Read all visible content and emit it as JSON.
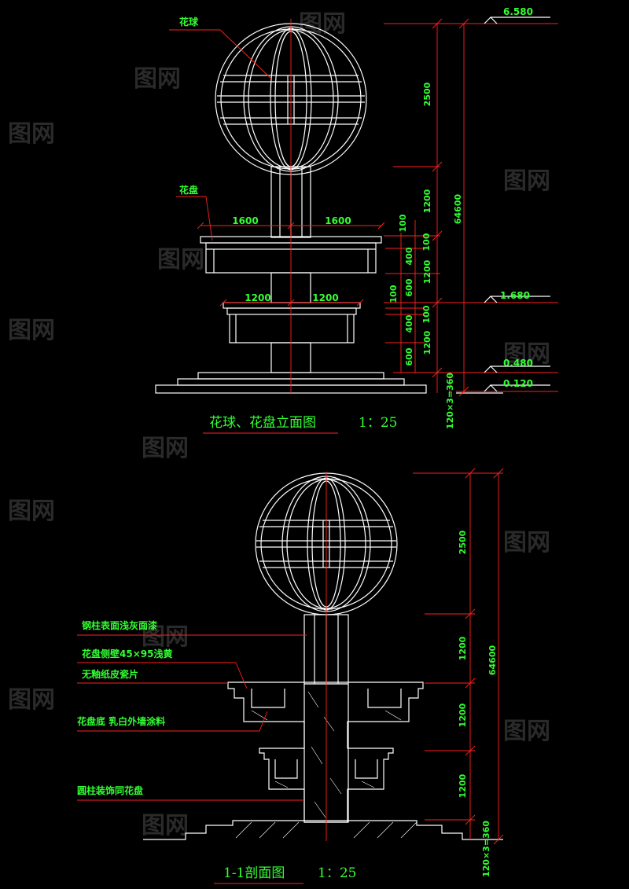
{
  "watermark": "图网",
  "elevation": {
    "title": "花球、花盘立面图",
    "scale": "1：25",
    "labels": {
      "ball": "花球",
      "tray": "花盘"
    },
    "elev_marks": [
      "6.580",
      "1.680",
      "0.480",
      "0.120"
    ],
    "dims_horizontal": [
      "1600",
      "1600",
      "1200",
      "1200"
    ],
    "dims_vertical_outer": [
      "2500",
      "1200",
      "1200",
      "1200"
    ],
    "dims_total": "64600",
    "dims_vertical_inner": [
      "100",
      "100",
      "400",
      "600",
      "100",
      "400",
      "600",
      "100"
    ],
    "base_dim": "120×3=360"
  },
  "section": {
    "title": "1-1剖面图",
    "scale": "1：25",
    "notes": [
      "钢柱表面浅灰面漆",
      "花盘侧壁45×95浅黄",
      "无釉纸皮瓷片",
      "花盘底 乳白外墙涂料",
      "圆柱装饰同花盘"
    ],
    "dims_vertical": [
      "2500",
      "1200",
      "1200",
      "1200"
    ],
    "dims_total": "64600",
    "base_dim": "120×3=360"
  }
}
